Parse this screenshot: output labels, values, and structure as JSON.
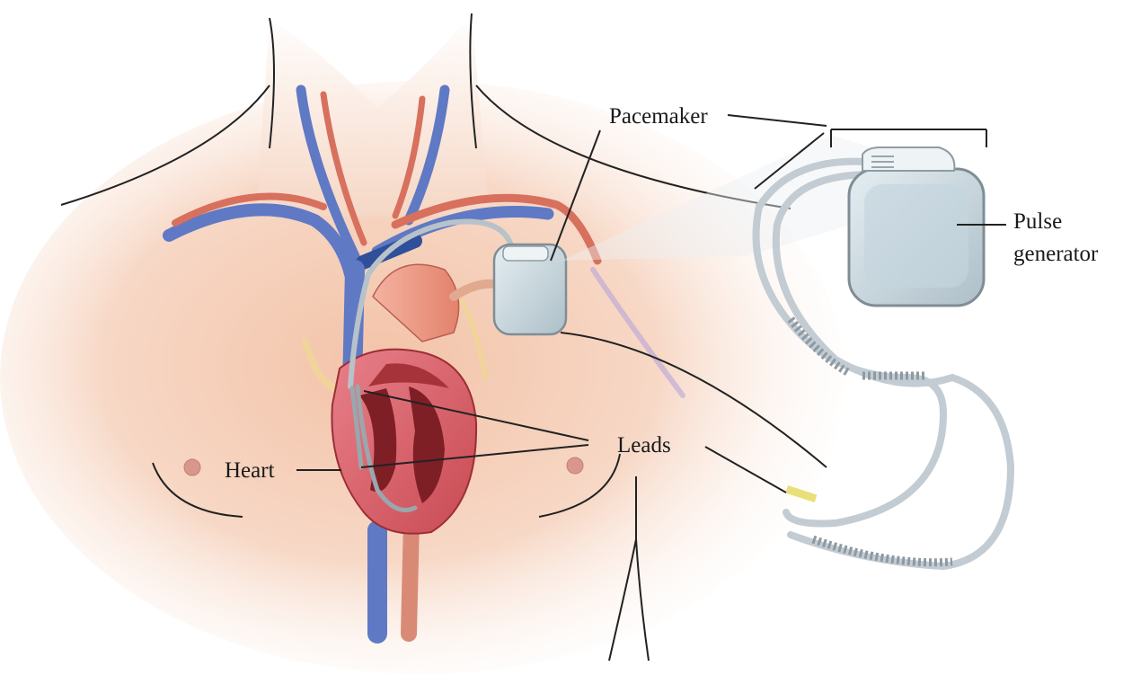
{
  "labels": {
    "pacemaker": "Pacemaker",
    "pulse_generator_line1": "Pulse",
    "pulse_generator_line2": "generator",
    "leads": "Leads",
    "heart": "Heart"
  },
  "colors": {
    "skin_light": "#fbe9df",
    "skin_mid": "#f6cdb6",
    "skin_deep": "#eeb596",
    "vein_blue": "#5f79c4",
    "artery_red": "#d8705e",
    "heart_red": "#c9474c",
    "heart_dark": "#7e1f26",
    "device_fill": "#c5d6de",
    "device_stroke": "#7f8d96",
    "lead_gray": "#b7c2c9",
    "leader_line": "#222222"
  }
}
